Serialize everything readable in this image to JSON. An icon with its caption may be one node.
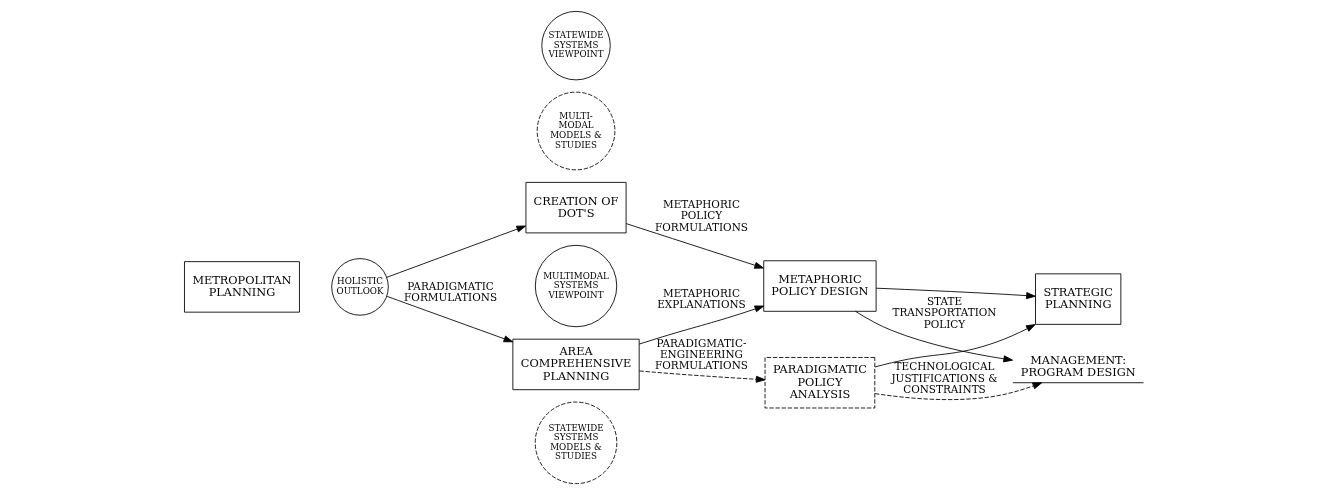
{
  "diagram": {
    "nodes": [
      {
        "text": [
          "METROPOLITAN PLANNING"
        ]
      },
      {
        "text": [
          "HOLISTIC OUTLOOK"
        ]
      },
      {
        "text": [
          "AREA COMPREHENSIVE PLANNING"
        ]
      },
      {
        "text": [
          "CREATION OF DOT'S"
        ]
      },
      {
        "text": [
          "MULTI- MODAL MODELS & STUDIES"
        ]
      },
      {
        "text": [
          "PARADIGMATIC POLICY ANALYSIS"
        ]
      },
      {
        "text": [
          "STATEWIDE SYSTEMS MODELS & STUDIES"
        ]
      },
      {
        "text": [
          "STRATEGIC PLANNING"
        ]
      },
      {
        "text": [
          "MULTIMODAL SYSTEMS VIEWPOINT"
        ]
      },
      {
        "text": [
          "METAPHORIC POLICY DESIGN"
        ]
      },
      {
        "text": [
          "STATEWIDE SYSTEMS VIEWPOINT"
        ]
      },
      {
        "text": [
          "MANAGEMENT:",
          "PROGRAM DESIGN"
        ]
      }
    ],
    "edges": [
      {
        "from": 1,
        "to": 2,
        "arrow": "to",
        "label": "PARADIGMATIC FORMULATIONS"
      },
      {
        "from": 1,
        "to": 3,
        "arrow": "to"
      },
      {
        "from": 2,
        "to": 5,
        "arrow": "to",
        "style": "dashed",
        "label": "PARADIGMATIC- ENGINEERING FORMULATIONS"
      },
      {
        "from": 2,
        "to": 9,
        "arrow": "to",
        "label": "METAPHORIC EXPLANATIONS"
      },
      {
        "from": 3,
        "to": 9,
        "arrow": "to",
        "label": "METAPHORIC POLICY FORMULATIONS"
      },
      {
        "from": 5,
        "to": 7,
        "arrow": "to"
      },
      {
        "from": 9,
        "to": 7,
        "arrow": "to"
      },
      {
        "from": 5,
        "to": 11,
        "arrow": "to",
        "style": "dashed",
        "label": "TECHNOLOGICAL JUSTIFICATIONS & CONSTRAINTS"
      },
      {
        "from": 9,
        "to": 11,
        "arrow": "to",
        "label": "STATE TRANSPORTATION POLICY"
      }
    ]
  }
}
